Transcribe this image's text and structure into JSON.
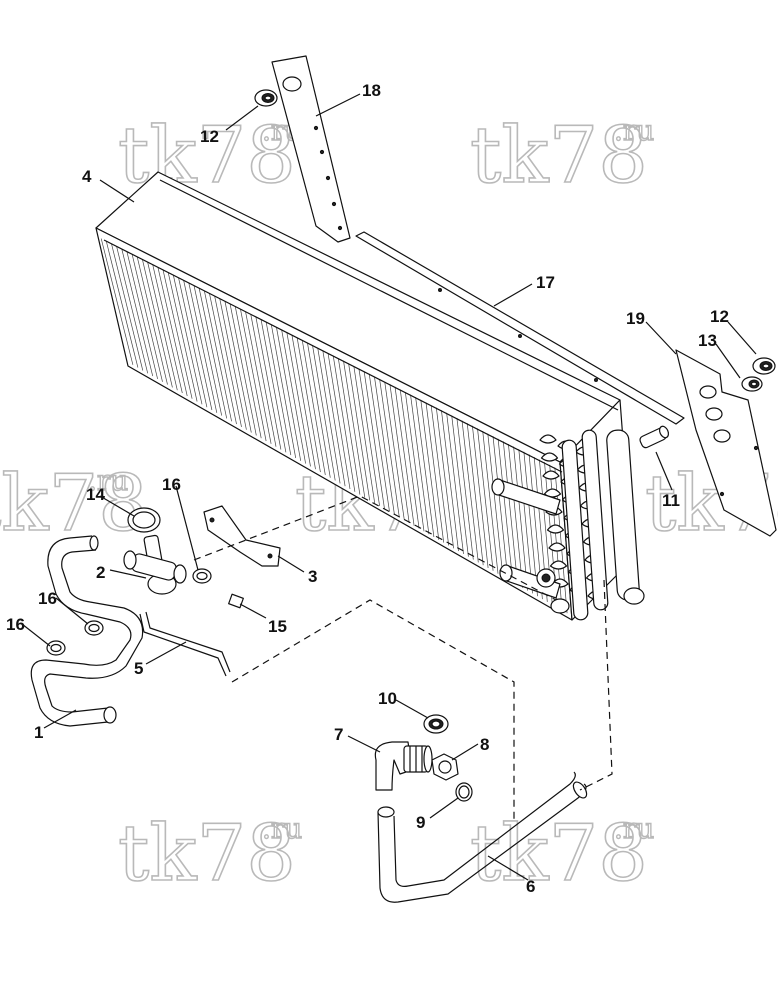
{
  "watermark": {
    "main": "tk78",
    "suffix": ".ru"
  },
  "callouts": [
    {
      "id": "1",
      "label": "1"
    },
    {
      "id": "2",
      "label": "2"
    },
    {
      "id": "3",
      "label": "3"
    },
    {
      "id": "4",
      "label": "4"
    },
    {
      "id": "5",
      "label": "5"
    },
    {
      "id": "6",
      "label": "6"
    },
    {
      "id": "7",
      "label": "7"
    },
    {
      "id": "8",
      "label": "8"
    },
    {
      "id": "9",
      "label": "9"
    },
    {
      "id": "10",
      "label": "10"
    },
    {
      "id": "11",
      "label": "11"
    },
    {
      "id": "12a",
      "label": "12"
    },
    {
      "id": "12b",
      "label": "12"
    },
    {
      "id": "13",
      "label": "13"
    },
    {
      "id": "14",
      "label": "14"
    },
    {
      "id": "15",
      "label": "15"
    },
    {
      "id": "16a",
      "label": "16"
    },
    {
      "id": "16b",
      "label": "16"
    },
    {
      "id": "16c",
      "label": "16"
    },
    {
      "id": "17",
      "label": "17"
    },
    {
      "id": "18",
      "label": "18"
    },
    {
      "id": "19",
      "label": "19"
    }
  ]
}
